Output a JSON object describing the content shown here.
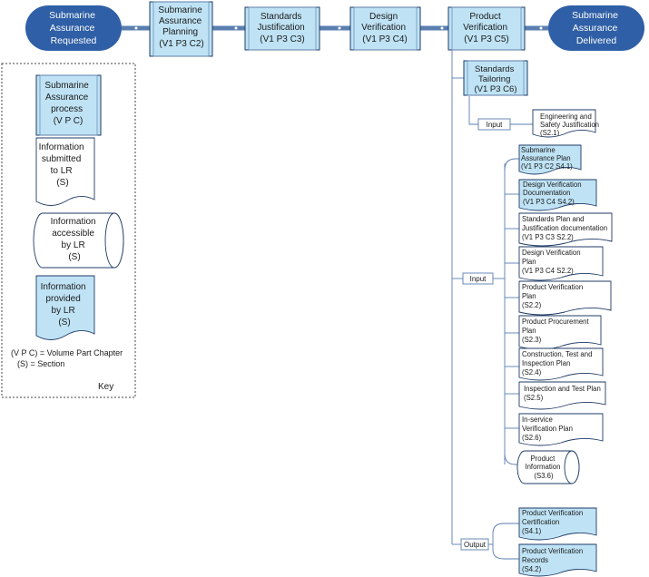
{
  "colors": {
    "terminal_fill": "#2f5fa6",
    "process_fill": "#bfe3f5",
    "process_inner_border": "#6f8fb8",
    "line": "#5a7eb0",
    "border": "#1f3b66",
    "key_border": "#444444"
  },
  "terminals": {
    "start": [
      "Submarine",
      "Assurance",
      "Requested"
    ],
    "end": [
      "Submarine",
      "Assurance",
      "Delivered"
    ]
  },
  "processes": {
    "planning": [
      "Submarine",
      "Assurance",
      "Planning",
      "(V1 P3 C2)"
    ],
    "standards": [
      "Standards",
      "Justification",
      "(V1 P3 C3)"
    ],
    "design": [
      "Design",
      "Verification",
      "(V1 P3 C4)"
    ],
    "product": [
      "Product",
      "Verification",
      "(V1 P3 C5)"
    ],
    "tailoring": [
      "Standards",
      "Tailoring",
      "(V1 P3 C6)"
    ]
  },
  "labels": {
    "input_top": "Input",
    "input_main": "Input",
    "output": "Output"
  },
  "docs": {
    "eng_safety": [
      "Engineering and",
      "Safety Justification",
      "(S2.1)"
    ],
    "sub_plan": [
      "Submarine",
      "Assurance Plan",
      "(V1 P3 C2 S4.1)"
    ],
    "dv_doc": [
      "Design Verification",
      "Documentation",
      "(V1 P3 C4 S4.2)"
    ],
    "std_plan": [
      "Standards Plan and",
      "Justification documentation",
      "(V1 P3 C3 S2.2)"
    ],
    "dv_plan": [
      "Design Verification",
      "Plan",
      "(V1 P3 C4 S2.2)"
    ],
    "pv_plan": [
      "Product Verification",
      "Plan",
      "(S2.2)"
    ],
    "pp_plan": [
      "Product Procurement",
      "Plan",
      "(S2.3)"
    ],
    "cti_plan": [
      "Construction, Test and",
      "Inspection Plan",
      "(S2.4)"
    ],
    "it_plan": [
      "Inspection and Test Plan",
      "(S2.5)"
    ],
    "isv_plan": [
      "In-service",
      "Verification Plan",
      "(S2.6)"
    ],
    "prod_info": [
      "Product",
      "Information",
      "(S3.6)"
    ],
    "pv_cert": [
      "Product Verification",
      "Certification",
      "(S4.1)"
    ],
    "pv_rec": [
      "Product Verification",
      "Records",
      "(S4.2)"
    ]
  },
  "key": {
    "process": [
      "Submarine",
      "Assurance",
      "process",
      "(V P C)"
    ],
    "submitted": [
      "Information",
      "submitted",
      "to LR",
      "(S)"
    ],
    "accessible": [
      "Information",
      "accessible",
      "by LR",
      "(S)"
    ],
    "provided": [
      "Information",
      "provided",
      "by LR",
      "(S)"
    ],
    "legend": [
      "(V P C) = Volume Part Chapter",
      "(S) = Section"
    ],
    "title": "Key"
  }
}
